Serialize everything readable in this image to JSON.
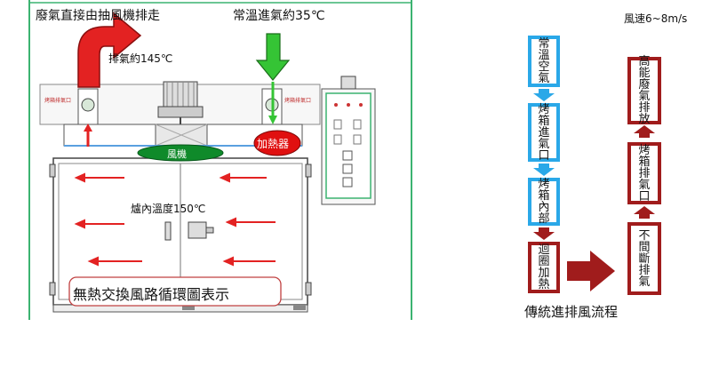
{
  "left_diagram": {
    "top_label": "廢氣直接由抽風機排走",
    "inlet_label": "常溫進氣約35℃",
    "exhaust_temp": "排氣約145℃",
    "fan_label": "風機",
    "heater_label": "加熱器",
    "oven_temp": "爐內溫度150℃",
    "caption": "無熱交換風路循環圖表示",
    "small_label_left": "烤箱排氣口",
    "small_label_right": "烤箱排氣口"
  },
  "flow": {
    "wind_speed": "風速6~8m/s",
    "title": "傳統進排風流程",
    "left_column": [
      {
        "text": "常溫空氣",
        "style": "blue"
      },
      {
        "text": "烤箱進氣口",
        "style": "blue"
      },
      {
        "text": "烤箱內部",
        "style": "blue"
      },
      {
        "text": "迴圈加熱",
        "style": "red"
      }
    ],
    "right_column": [
      {
        "text": "高能廢氣排放",
        "style": "red"
      },
      {
        "text": "烤箱排氣口",
        "style": "red"
      },
      {
        "text": "不間斷排氣",
        "style": "red"
      }
    ]
  },
  "colors": {
    "blue_flow": "#2aa8e8",
    "red_flow": "#a01c1c",
    "exhaust_arrow": "#e32222",
    "intake_arrow": "#35c435",
    "fan_ellipse": "#0f8a2a",
    "heater_circle": "#e01010"
  }
}
